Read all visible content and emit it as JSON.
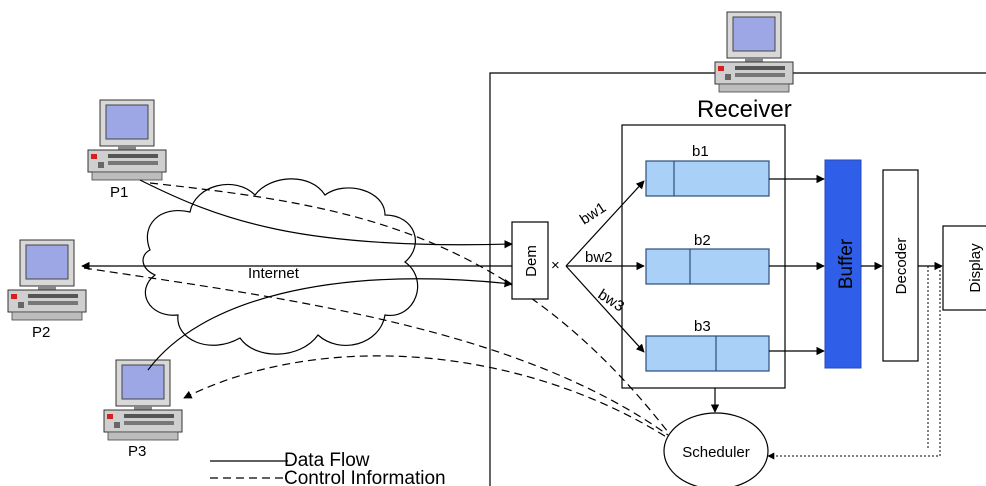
{
  "receiver": {
    "label": "Receiver"
  },
  "peers": [
    "P1",
    "P2",
    "P3"
  ],
  "network": {
    "label": "Internet"
  },
  "demux": {
    "label": "Dem"
  },
  "bandwidths": [
    "bw1",
    "bw2",
    "bw3"
  ],
  "peer_buffers": [
    "b1",
    "b2",
    "b3"
  ],
  "buffer": {
    "label": "Buffer"
  },
  "decoder": {
    "label": "Decoder"
  },
  "display": {
    "label": "Display"
  },
  "scheduler": {
    "label": "Scheduler"
  },
  "legend": {
    "data_flow": "Data Flow",
    "control_information": "Control Information"
  },
  "colors": {
    "buffer_fill": "#2f5fe8",
    "queue_fill": "#a9d1f7",
    "queue_stroke": "#2d4c7a",
    "screen": "#9ea7e6"
  }
}
